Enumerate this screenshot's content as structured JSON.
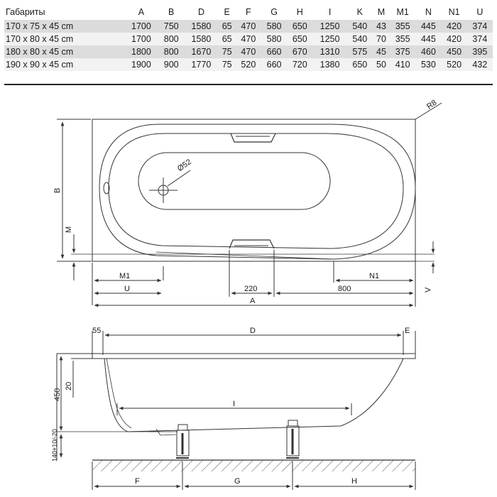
{
  "table": {
    "headers": [
      "Габариты",
      "A",
      "B",
      "D",
      "E",
      "F",
      "G",
      "H",
      "I",
      "K",
      "M",
      "M1",
      "N",
      "N1",
      "U"
    ],
    "rows": [
      [
        "170 x 75 x 45 cm",
        "1700",
        "750",
        "1580",
        "65",
        "470",
        "580",
        "650",
        "1250",
        "540",
        "43",
        "355",
        "445",
        "420",
        "374"
      ],
      [
        "170 x 80 x 45 cm",
        "1700",
        "800",
        "1580",
        "65",
        "470",
        "580",
        "650",
        "1250",
        "540",
        "70",
        "355",
        "445",
        "420",
        "374"
      ],
      [
        "180 x 80 x 45 cm",
        "1800",
        "800",
        "1670",
        "75",
        "470",
        "660",
        "670",
        "1310",
        "575",
        "45",
        "375",
        "460",
        "450",
        "395"
      ],
      [
        "190 x 90 x 45 cm",
        "1900",
        "900",
        "1770",
        "75",
        "520",
        "660",
        "720",
        "1380",
        "650",
        "50",
        "410",
        "530",
        "520",
        "432"
      ]
    ]
  },
  "top_view": {
    "radius": "R8",
    "drain": "Ø52",
    "labels": {
      "B": "B",
      "M": "M",
      "M1": "M1",
      "U": "U",
      "d220": "220",
      "d800": "800",
      "N1": "N1",
      "V": "V",
      "A": "A"
    }
  },
  "side_view": {
    "labels": {
      "d55": "55",
      "D": "D",
      "E": "E",
      "d450": "450",
      "d20": "20",
      "I": "I",
      "legs": "140+10/-20",
      "F": "F",
      "G": "G",
      "H": "H"
    }
  }
}
